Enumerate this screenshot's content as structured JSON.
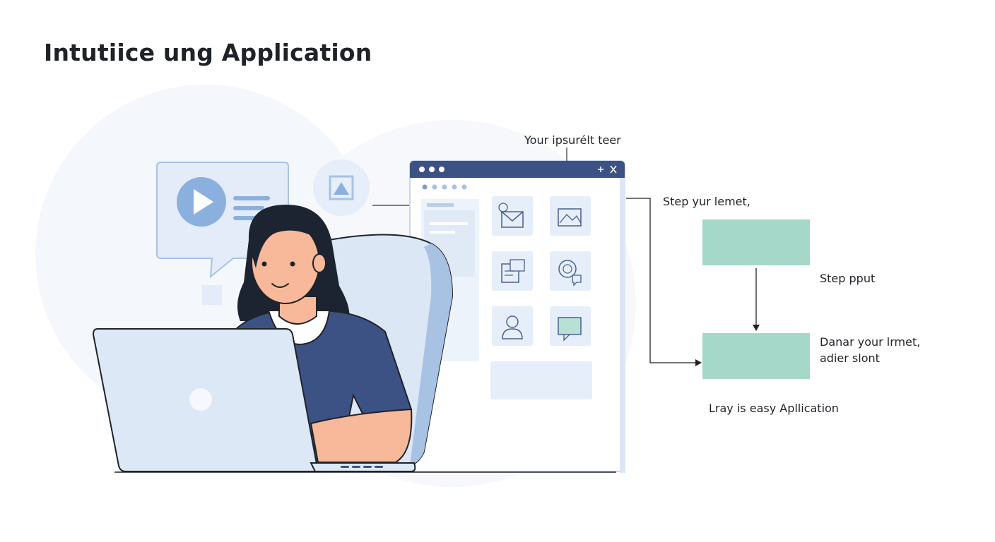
{
  "title": "Intutiice ung Application",
  "callout_top": "Your ipsurélt teer",
  "steps": [
    {
      "label": "Step yur lemet,",
      "color": "#a5d8c8"
    },
    {
      "label": "Step pput",
      "color": "#a5d8c8"
    },
    {
      "label_line1": "Danar your lrmet,",
      "label_line2": "adier slont",
      "color": "#a5d8c8"
    }
  ],
  "footer_label": "Lray is easy Apllication",
  "colors": {
    "window_titlebar": "#3c5285",
    "accent_blue": "#8bb0df",
    "shirt_navy": "#3c5285",
    "step_teal": "#a5d8c8",
    "panel_light": "#e8f0fa"
  },
  "window_icons": [
    "mail-icon",
    "image-icon",
    "chat-edit-icon",
    "search-chat-icon",
    "user-icon",
    "monitor-chat-icon"
  ],
  "window_controls": [
    "plus-icon",
    "close-icon"
  ]
}
